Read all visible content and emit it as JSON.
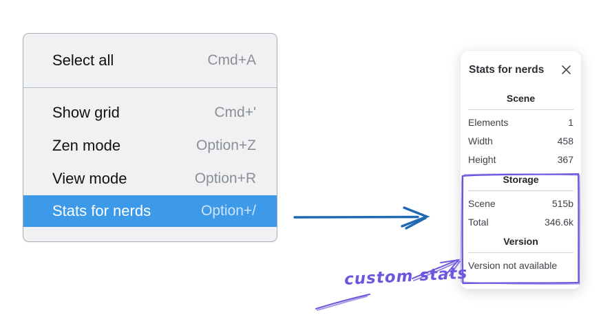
{
  "colors": {
    "menu_highlight": "#3d9ae8",
    "arrow_blue": "#2068b0",
    "annotation_purple": "#6c56dd"
  },
  "menu": {
    "items": [
      {
        "label": "Select all",
        "shortcut": "Cmd+A"
      },
      {
        "label": "Show grid",
        "shortcut": "Cmd+'"
      },
      {
        "label": "Zen mode",
        "shortcut": "Option+Z"
      },
      {
        "label": "View mode",
        "shortcut": "Option+R"
      },
      {
        "label": "Stats for nerds",
        "shortcut": "Option+/"
      }
    ]
  },
  "stats_panel": {
    "title": "Stats for nerds",
    "sections": [
      {
        "title": "Scene",
        "rows": [
          {
            "label": "Elements",
            "value": "1"
          },
          {
            "label": "Width",
            "value": "458"
          },
          {
            "label": "Height",
            "value": "367"
          }
        ]
      },
      {
        "title": "Storage",
        "rows": [
          {
            "label": "Scene",
            "value": "515b"
          },
          {
            "label": "Total",
            "value": "346.6k"
          }
        ]
      },
      {
        "title": "Version",
        "note": "Version not available"
      }
    ]
  },
  "annotation": {
    "label": "custom stats"
  }
}
